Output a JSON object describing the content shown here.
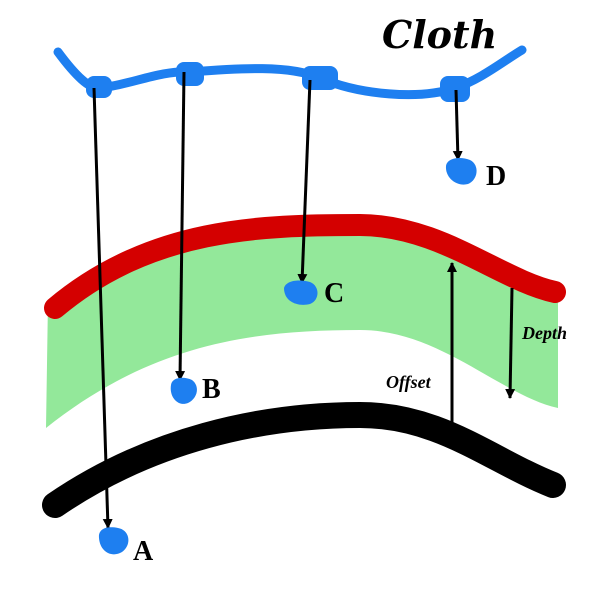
{
  "title": "Cloth",
  "labels": {
    "a": "A",
    "b": "B",
    "c": "C",
    "d": "D",
    "offset": "Offset",
    "depth": "Depth"
  },
  "colors": {
    "cloth": "#1e7ff0",
    "skin_top": "#d40000",
    "skin_band": "#93e89a",
    "body": "#000000",
    "arrow": "#000000",
    "point": "#1e7ff0"
  }
}
